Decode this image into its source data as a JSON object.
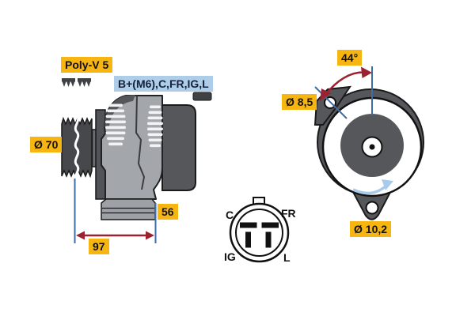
{
  "labels": {
    "belt_type": "Poly-V 5",
    "terminals": "B+(M6),C,FR,IG,L",
    "pulley_diameter": "Ø 70",
    "foot_width": "56",
    "mounting_length": "97",
    "mounting_angle": "44°",
    "small_hole": "Ø 8,5",
    "large_hole": "Ø 10,2"
  },
  "connector": {
    "pin_top_left": "C",
    "pin_top_right": "FR",
    "pin_bottom_left": "IG",
    "pin_bottom_right": "L"
  },
  "colors": {
    "callout_yellow": "#F7B512",
    "callout_blue": "#AECDE9",
    "dimension_blue": "#3E6CA4",
    "dimension_red": "#9B2231",
    "rotation_arrow_blue": "#A8CBEA"
  }
}
